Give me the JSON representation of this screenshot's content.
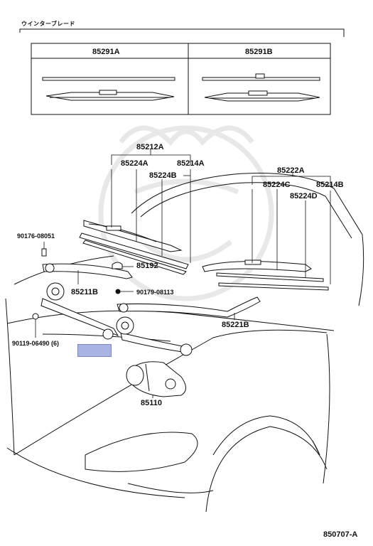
{
  "diagram": {
    "section_title": "ウインターブレード",
    "table": {
      "col_left": "85291A",
      "col_right": "85291B"
    },
    "labels": {
      "p85212A": "85212A",
      "p85224A": "85224A",
      "p85214A": "85214A",
      "p85224B": "85224B",
      "p85222A": "85222A",
      "p85224C": "85224C",
      "p85214B": "85214B",
      "p85224D": "85224D",
      "p90176": "90176-08051",
      "p85211B": "85211B",
      "p85192": "85192",
      "p90179": "90179-08113",
      "p85221B": "85221B",
      "p90119": "90119-06490 (6)",
      "p85110": "85110"
    },
    "reference_code": "850707-A"
  }
}
